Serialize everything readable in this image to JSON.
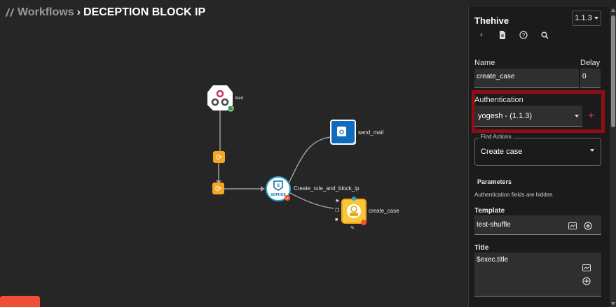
{
  "breadcrumb": {
    "root": "Workflows",
    "separator": "›",
    "title": "DECEPTION BLOCK IP"
  },
  "nodes": {
    "alert": {
      "label": "Alert",
      "icon": "webhook-icon"
    },
    "send_mail": {
      "label": "send_mail",
      "icon": "outlook-icon"
    },
    "sophos": {
      "label": "Create_rule_and_block_ip",
      "icon": "sophos-icon",
      "badge_text": "SOPHOS"
    },
    "create_case": {
      "label": "create_case",
      "icon": "thehive-icon"
    },
    "condition_1": {
      "icon": "refresh-icon"
    },
    "condition_2": {
      "icon": "refresh-icon"
    }
  },
  "panel": {
    "app_name": "Thehive",
    "version": "1.1.3",
    "toolbar_icons": [
      "back-icon",
      "document-icon",
      "help-icon",
      "search-icon"
    ],
    "name_label": "Name",
    "name_value": "create_case",
    "delay_label": "Delay",
    "delay_value": "0",
    "authentication_label": "Authentication",
    "authentication_value": "yogesh - (1.1.3)",
    "find_actions_legend": "Find Actions",
    "find_actions_value": "Create case",
    "parameters_heading": "Parameters",
    "auth_hidden_note": "Authentication fields are hidden",
    "template_label": "Template",
    "template_value": "test-shuffle",
    "title_label": "Title",
    "title_value": "$exec.title"
  },
  "colors": {
    "accent": "#f04e37",
    "highlight_border": "#8e0e12",
    "trigger_green": "#2ea043",
    "outlook_blue": "#0f6cbd",
    "condition_orange": "#f5a623"
  }
}
